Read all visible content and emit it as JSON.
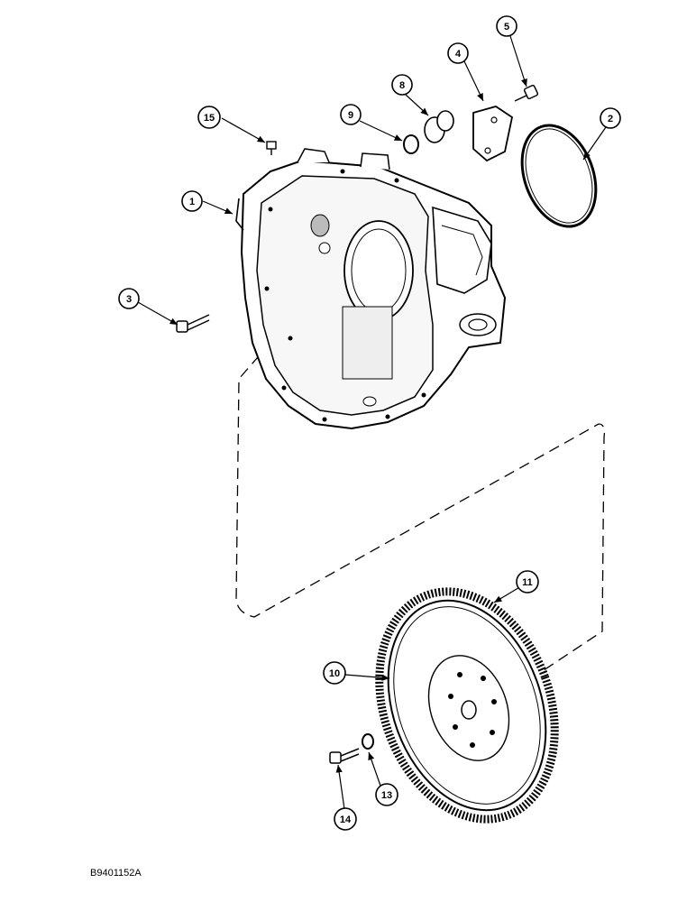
{
  "diagram": {
    "callouts": [
      {
        "id": "callout-1",
        "label": "1"
      },
      {
        "id": "callout-2",
        "label": "2"
      },
      {
        "id": "callout-3",
        "label": "3"
      },
      {
        "id": "callout-4",
        "label": "4"
      },
      {
        "id": "callout-5",
        "label": "5"
      },
      {
        "id": "callout-8",
        "label": "8"
      },
      {
        "id": "callout-9",
        "label": "9"
      },
      {
        "id": "callout-10",
        "label": "10"
      },
      {
        "id": "callout-11",
        "label": "11"
      },
      {
        "id": "callout-13",
        "label": "13"
      },
      {
        "id": "callout-14",
        "label": "14"
      },
      {
        "id": "callout-15",
        "label": "15"
      }
    ],
    "document_id": "B9401152A"
  }
}
